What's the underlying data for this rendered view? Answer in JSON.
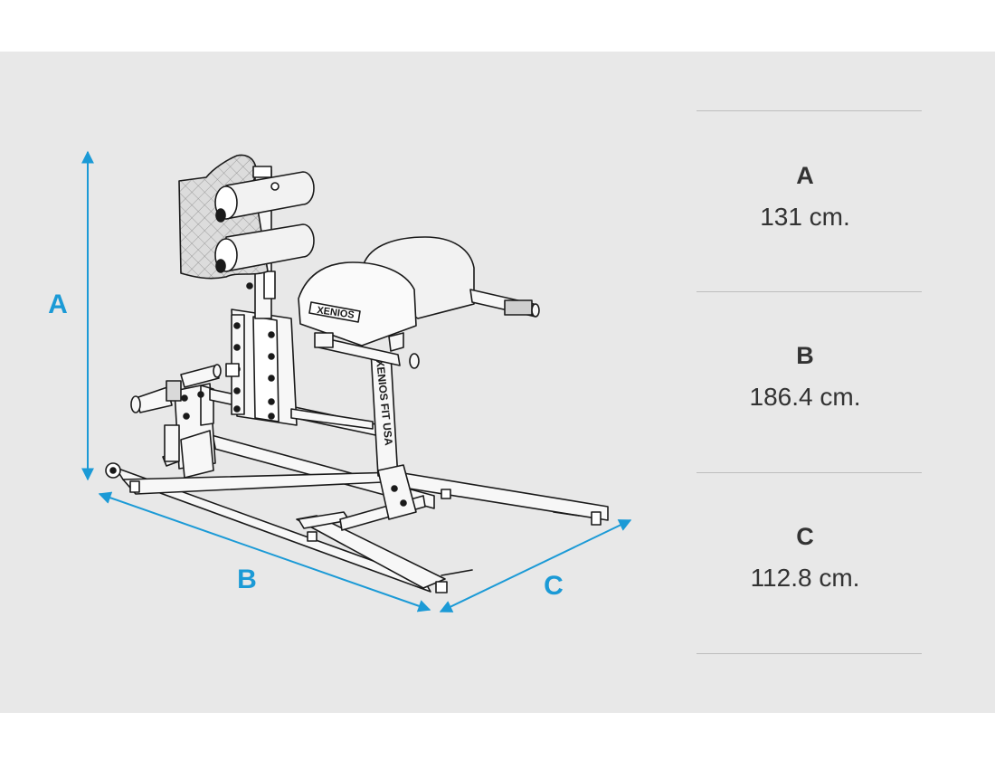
{
  "colors": {
    "background": "#ffffff",
    "panel": "#e8e8e8",
    "accent": "#1b9ad6",
    "line": "#1a1a1a",
    "divider": "#bdbdbd",
    "text": "#333333"
  },
  "diagram": {
    "labels": {
      "a": "A",
      "b": "B",
      "c": "C"
    },
    "brand_text": "XENIOS",
    "upright_text": "XENIOS FIT USA"
  },
  "specs": [
    {
      "letter": "A",
      "value": "131 cm."
    },
    {
      "letter": "B",
      "value": "186.4 cm."
    },
    {
      "letter": "C",
      "value": "112.8 cm."
    }
  ]
}
